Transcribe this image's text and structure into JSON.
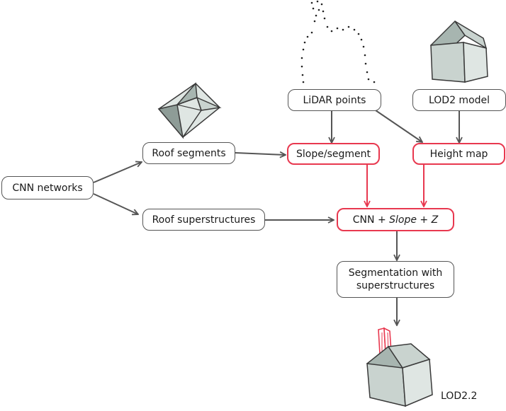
{
  "nodes": {
    "cnn_networks": "CNN networks",
    "roof_segments": "Roof segments",
    "roof_superstructures": "Roof superstructures",
    "lidar_points": "LiDAR points",
    "lod2_model": "LOD2 model",
    "slope_segment": "Slope/segment",
    "height_map": "Height map",
    "cnn_combo": {
      "a": "CNN + ",
      "slope": "Slope",
      "b": " + ",
      "z": "Z"
    },
    "segmentation_line1": "Segmentation with",
    "segmentation_line2": "superstructures"
  },
  "captions": {
    "lod22": "LOD2.2"
  },
  "colors": {
    "arrow": "#555555",
    "highlight": "#e8384f",
    "roof_face": "#c9d3cf",
    "roof_dark": "#a7b5b0",
    "wall": "#dfe6e3",
    "outline": "#3a3a3a"
  }
}
